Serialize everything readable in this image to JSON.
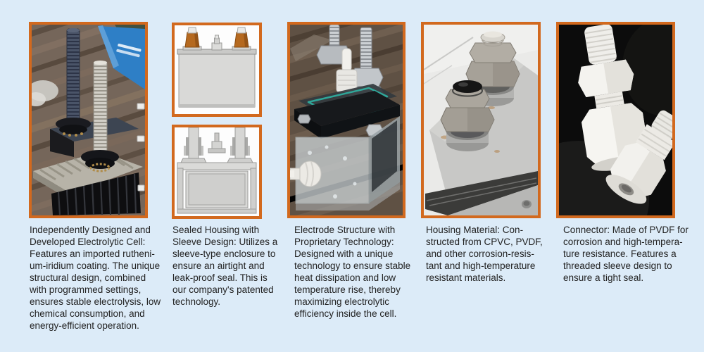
{
  "theme": {
    "background": "#dcebf8",
    "accent_border": "#d2691e",
    "text_color": "#222222",
    "frame_background": "#ffffff",
    "gasket_teal": "#2fb3a3",
    "terminal_orange": "#b5691f",
    "booklet_blue": "#2e7fc6"
  },
  "features": [
    {
      "id": "electrolytic-cell",
      "image_desc": "photo-electrodes-threaded-rods-on-finned-heatsink-wood-desk",
      "caption_lines": [
        "Independently Designed and",
        "Developed Electrolytic Cell:",
        "Features an imported rutheni-",
        "um-iridium coating. The unique",
        "structural design, combined",
        "with programmed settings,",
        "ensures stable electrolysis, low",
        "chemical consumption, and",
        "energy-efficient operation."
      ]
    },
    {
      "id": "sealed-housing",
      "image_desc_top": "cad-render-sealed-housing-exterior-orange-terminals",
      "image_desc_bottom": "cad-render-sleeve-housing-cross-section",
      "caption_lines": [
        "Sealed Housing with",
        "Sleeve Design: Utilizes a",
        "sleeve-type enclosure to",
        "ensure an airtight and",
        "leak-proof seal. This is",
        "our company's patented",
        "technology."
      ]
    },
    {
      "id": "electrode-structure",
      "image_desc": "photo-transparent-acrylic-cell-with-electrodes-and-teal-gasket",
      "caption_lines": [
        "Electrode Structure with",
        "Proprietary Technology:",
        "Designed with a unique",
        "technology to ensure stable",
        "heat dissipation and low",
        "temperature rise, thereby",
        "maximizing electrolytic",
        "efficiency inside the cell."
      ]
    },
    {
      "id": "housing-material",
      "image_desc": "photo-gray-housing-top-with-two-metal-compression-fittings",
      "caption_lines": [
        "Housing Material: Con-",
        "structed from CPVC, PVDF,",
        "and other corrosion-resis-",
        "tant and high-temperature",
        "resistant materials."
      ]
    },
    {
      "id": "connector",
      "image_desc": "photo-white-pvdf-threaded-connectors-on-black-background",
      "caption_lines": [
        "Connector: Made of PVDF for",
        "corrosion and high-tempera-",
        "ture resistance. Features a",
        "threaded sleeve design to",
        "ensure a tight seal."
      ]
    }
  ]
}
